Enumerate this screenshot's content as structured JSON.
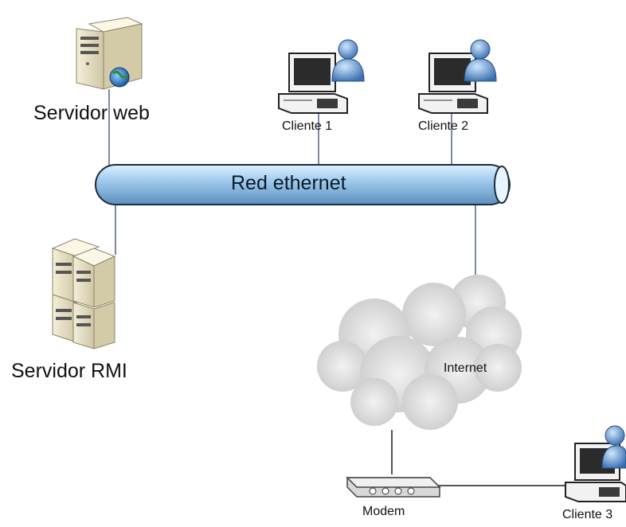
{
  "labels": {
    "web_server": "Servidor web",
    "rmi_server": "Servidor RMI",
    "client1": "Cliente 1",
    "client2": "Cliente 2",
    "client3": "Cliente 3",
    "network": "Red ethernet",
    "internet": "Internet",
    "modem": "Modem"
  }
}
